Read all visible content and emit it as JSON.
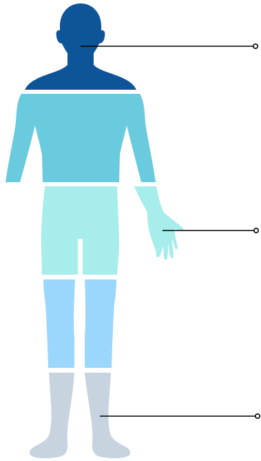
{
  "figure": {
    "background": "#ffffff",
    "body_segments": [
      {
        "name": "head-and-shoulders",
        "color": "#0E5499"
      },
      {
        "name": "torso-and-upper-arms",
        "color": "#69CBDD"
      },
      {
        "name": "hips-thighs-and-hands",
        "color": "#A6EDEB"
      },
      {
        "name": "knees-and-shins",
        "color": "#9BD6FC"
      },
      {
        "name": "lower-legs-and-feet",
        "color": "#C7D4E0"
      }
    ],
    "pointer_color": "#000000",
    "pointers": [
      {
        "name": "pointer-head"
      },
      {
        "name": "pointer-hand"
      },
      {
        "name": "pointer-leg"
      }
    ]
  }
}
